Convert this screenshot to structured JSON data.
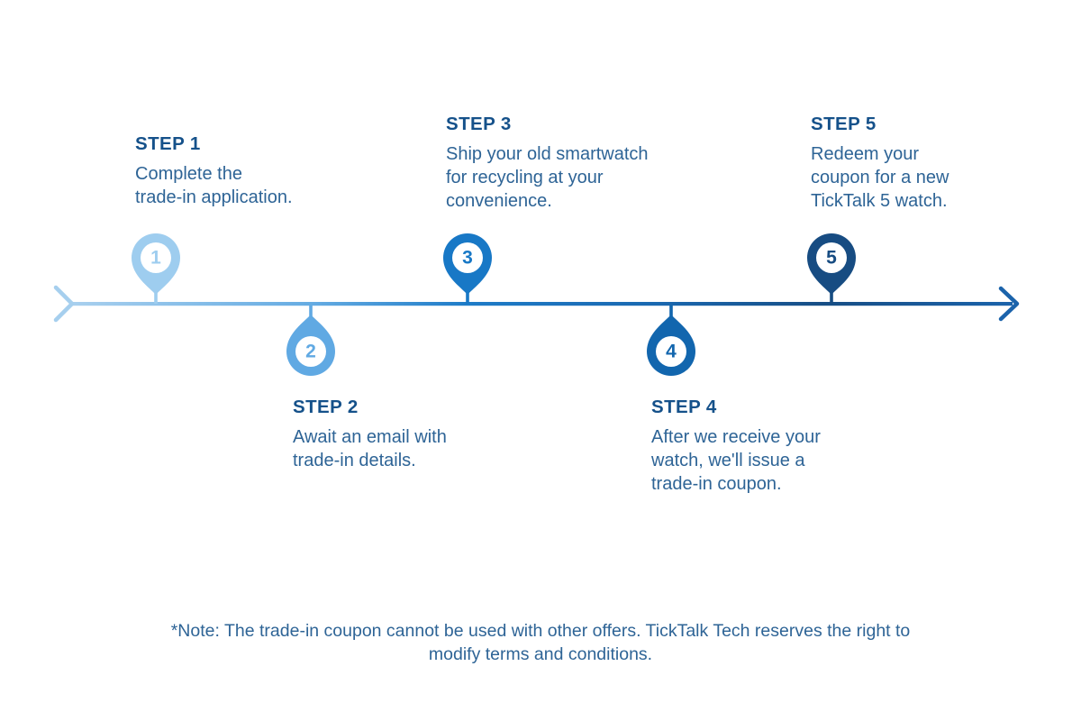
{
  "title": "TickTalk trade-in process timeline",
  "colors": {
    "background": "#ffffff",
    "heading_text": "#15518a",
    "body_text": "#2e6496",
    "line_gradient": [
      "#a9d0ee",
      "#64abe2",
      "#1e7cc8",
      "#1a68b0",
      "#174e85",
      "#1b63ab"
    ],
    "start_chevron": "#a6cfee",
    "end_arrow": "#1b63ab",
    "pin_inner": "#ffffff"
  },
  "steps": [
    {
      "number": "1",
      "label": "STEP 1",
      "description": "Complete the\ntrade-in application.",
      "pin_color": "#9ecdef",
      "position": "above"
    },
    {
      "number": "2",
      "label": "STEP 2",
      "description": "Await an email with\ntrade-in details.",
      "pin_color": "#60a9e3",
      "position": "below"
    },
    {
      "number": "3",
      "label": "STEP 3",
      "description": "Ship your old smartwatch\nfor recycling at your\nconvenience.",
      "pin_color": "#1878c6",
      "position": "above"
    },
    {
      "number": "4",
      "label": "STEP 4",
      "description": "After we receive your\nwatch, we'll issue a\ntrade-in coupon.",
      "pin_color": "#1266ae",
      "position": "below"
    },
    {
      "number": "5",
      "label": "STEP 5",
      "description": "Redeem your\ncoupon for a new\nTickTalk 5 watch.",
      "pin_color": "#174c82",
      "position": "above"
    }
  ],
  "note": "*Note: The trade-in coupon cannot be used with other offers. TickTalk Tech reserves the right to\nmodify terms and conditions."
}
